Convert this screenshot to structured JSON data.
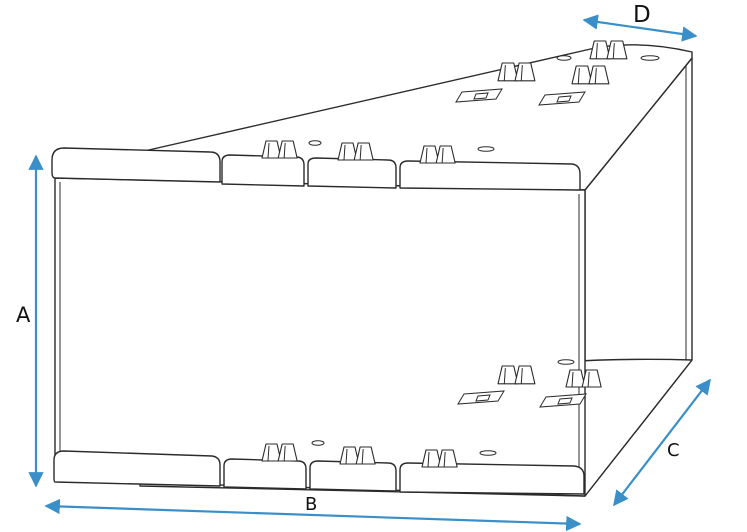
{
  "dimensions": {
    "a": "A",
    "b": "B",
    "c": "C",
    "d": "D"
  },
  "colors": {
    "dimension_arrow": "#3a8fc8",
    "outline": "#2b2b2b",
    "background": "#ffffff"
  }
}
